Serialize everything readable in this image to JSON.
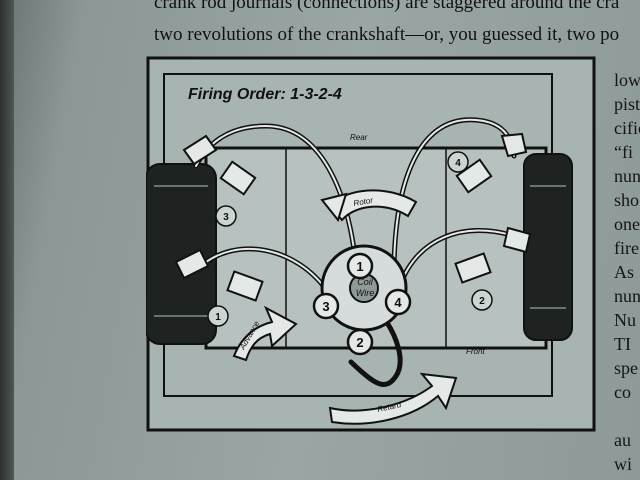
{
  "page_text": {
    "top_line_1": "crank rod journals (connections) are staggered around the cra",
    "top_line_2": "two revolutions of the crankshaft—or, you guessed it, two po",
    "side_fragments": [
      "low",
      "pist",
      "cific",
      "“fi",
      "nun",
      "sho",
      "one",
      "fire",
      "As",
      "nun",
      "Nu",
      "TI",
      "spe",
      "co",
      "au",
      "wi"
    ]
  },
  "figure": {
    "title": "Firing Order: 1-3-2-4",
    "labels": {
      "rear": "Rear",
      "front": "Front",
      "rotor": "Rotor",
      "advance": "Advance",
      "retard": "Retard",
      "coil_wire_1": "Coil",
      "coil_wire_2": "Wire"
    },
    "cylinders": [
      "1",
      "2",
      "3",
      "4"
    ],
    "cap_towers": [
      "1",
      "2",
      "3",
      "4"
    ]
  },
  "colors": {
    "ink": "#111111",
    "paper": "#9aa6a4",
    "figure_bg": "#a8b4b2"
  }
}
